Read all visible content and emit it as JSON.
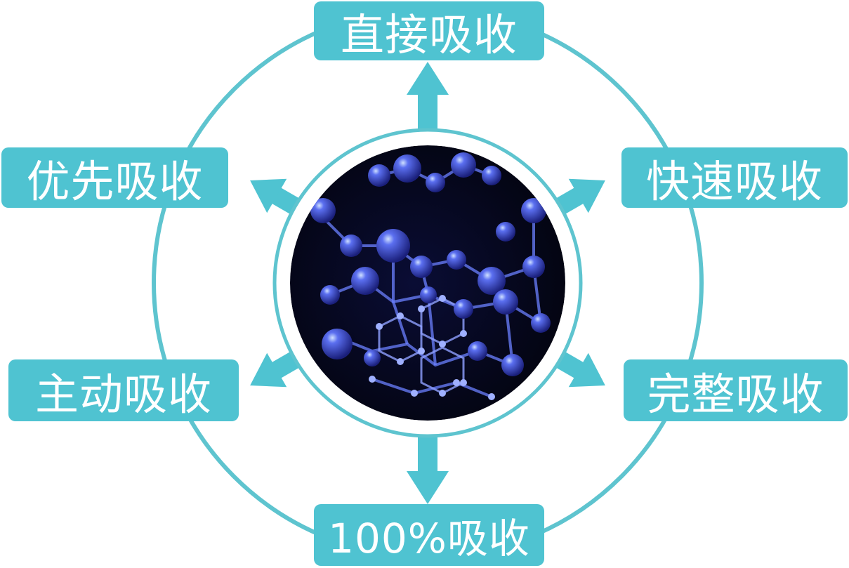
{
  "labels": {
    "top": "直接吸收",
    "top_left": "优先吸收",
    "top_right": "快速吸收",
    "bottom_left": "主动吸收",
    "bottom_right": "完整吸收",
    "bottom": "100%吸收"
  },
  "colors": {
    "accent": "#4fc3d1",
    "ring": "#5ec4cf",
    "molecule_bg": "#05061a",
    "atom": "#3d4fd8"
  }
}
